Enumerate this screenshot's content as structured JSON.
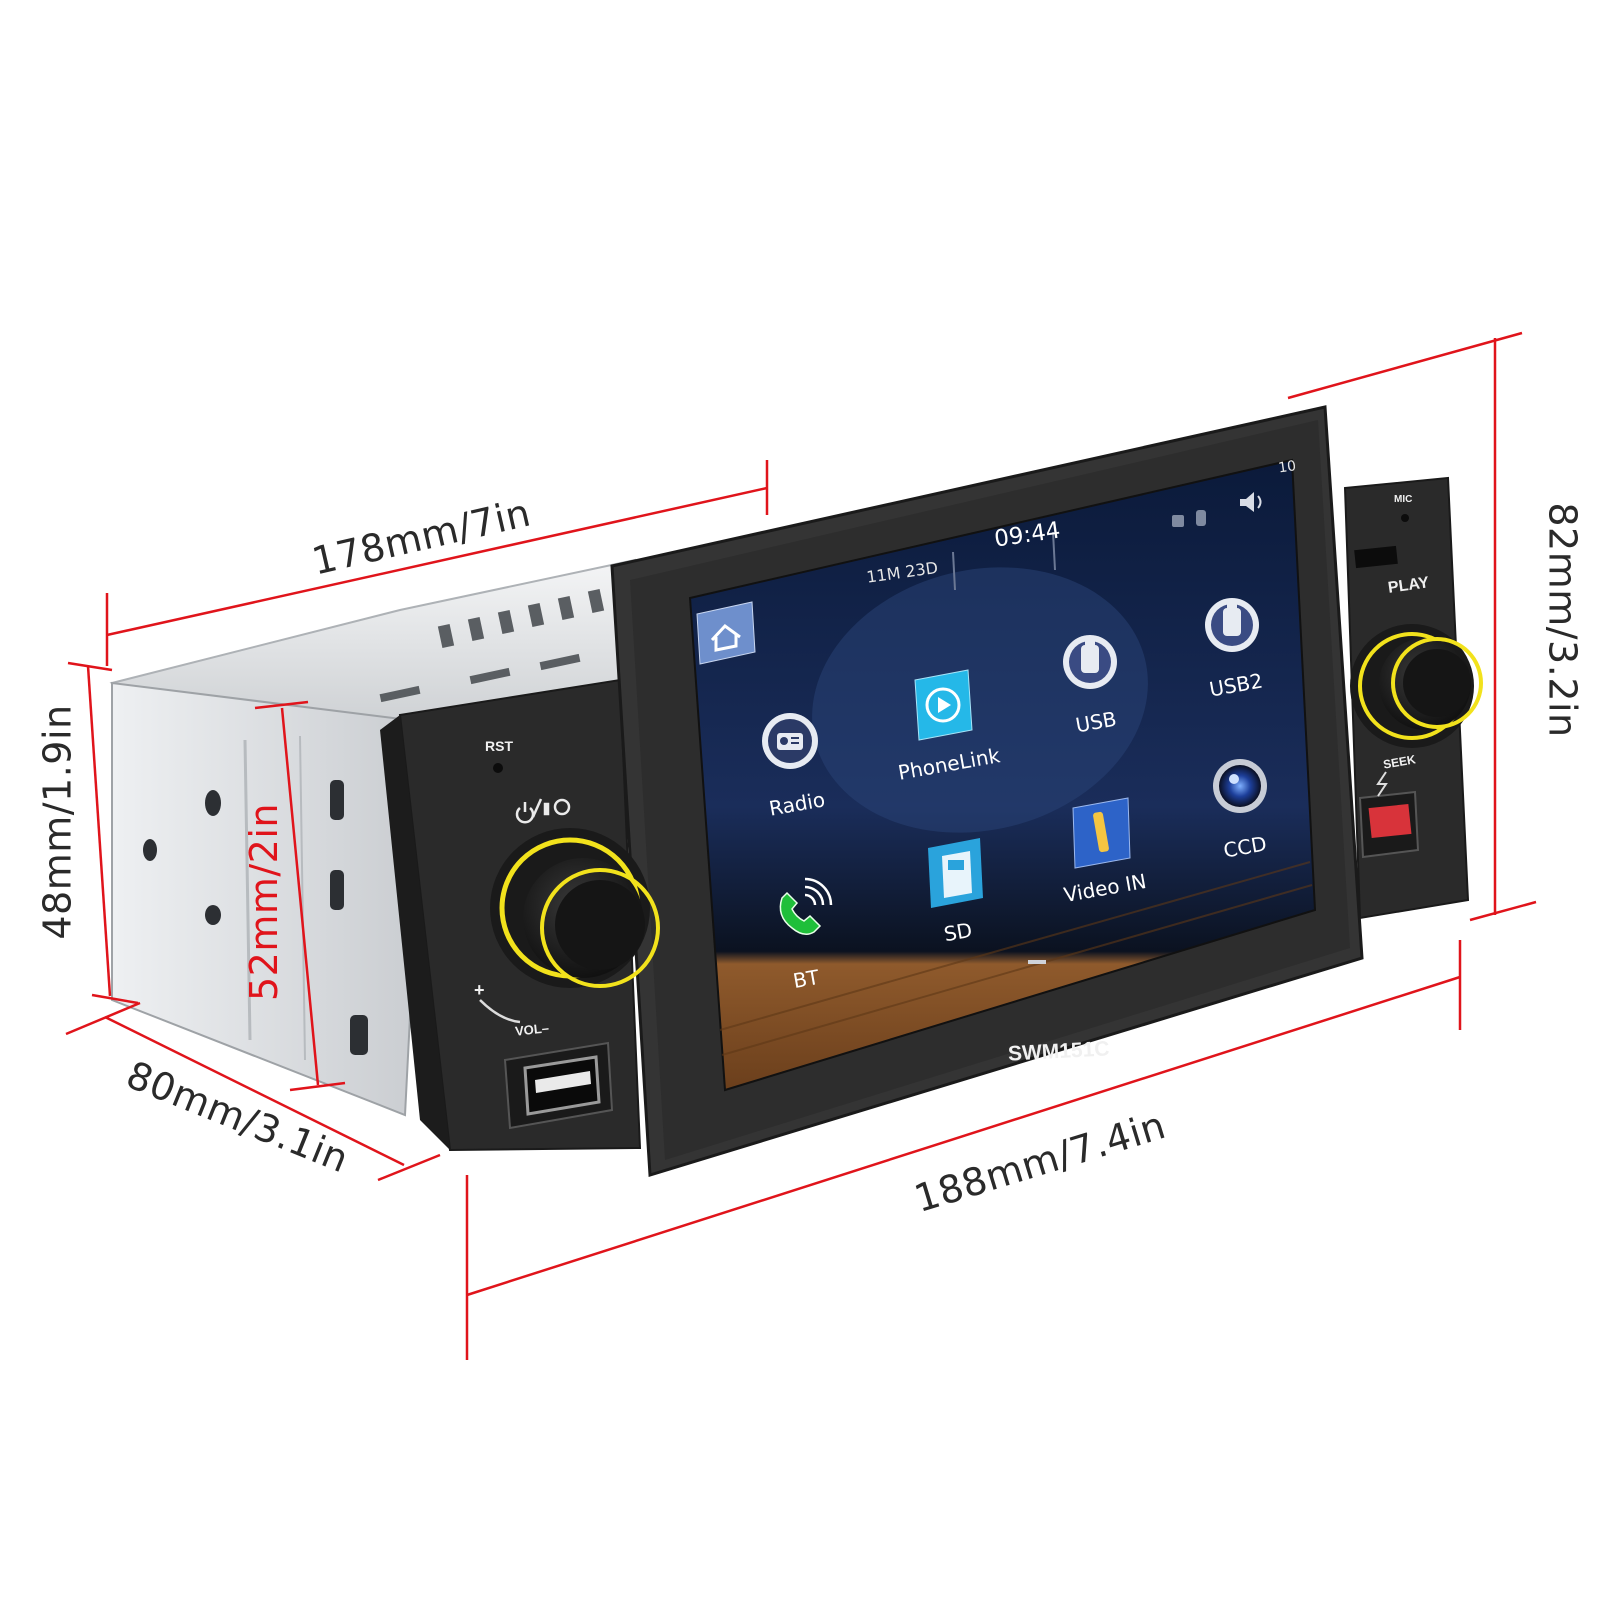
{
  "dimensions": {
    "width": "178mm/7in",
    "height_back": "48mm/1.9in",
    "height_front": "52mm/2in",
    "depth": "80mm/3.1in",
    "face_width": "188mm/7.4in",
    "face_height": "82mm/3.2in"
  },
  "model": "SWM151C",
  "left_panel": {
    "rst_label": "RST",
    "power_mute_icon": "power-mute-icon",
    "vol_label": "VOL–",
    "vol_plus": "+"
  },
  "right_panel": {
    "mic_label": "MIC",
    "play_label": "PLAY",
    "seek_label": "SEEK"
  },
  "screen": {
    "status": {
      "date": "11M 23D",
      "time": "09:44",
      "volume": "10"
    },
    "apps": [
      {
        "label": "Radio",
        "icon": "radio-icon"
      },
      {
        "label": "PhoneLink",
        "icon": "phonelink-icon"
      },
      {
        "label": "USB",
        "icon": "usb-icon"
      },
      {
        "label": "USB2",
        "icon": "usb2-icon"
      },
      {
        "label": "BT",
        "icon": "bluetooth-phone-icon"
      },
      {
        "label": "SD",
        "icon": "sd-card-icon"
      },
      {
        "label": "Video IN",
        "icon": "video-in-icon"
      },
      {
        "label": "CCD",
        "icon": "camera-icon"
      }
    ]
  },
  "colors": {
    "dimension_lines": "#e0141b",
    "knob_ring": "#f2e21c",
    "bezel": "#2b2b2b",
    "chassis": "#d9dcdf",
    "screen_bg": "#0a1630",
    "wood_floor": "#8a5a2e"
  }
}
